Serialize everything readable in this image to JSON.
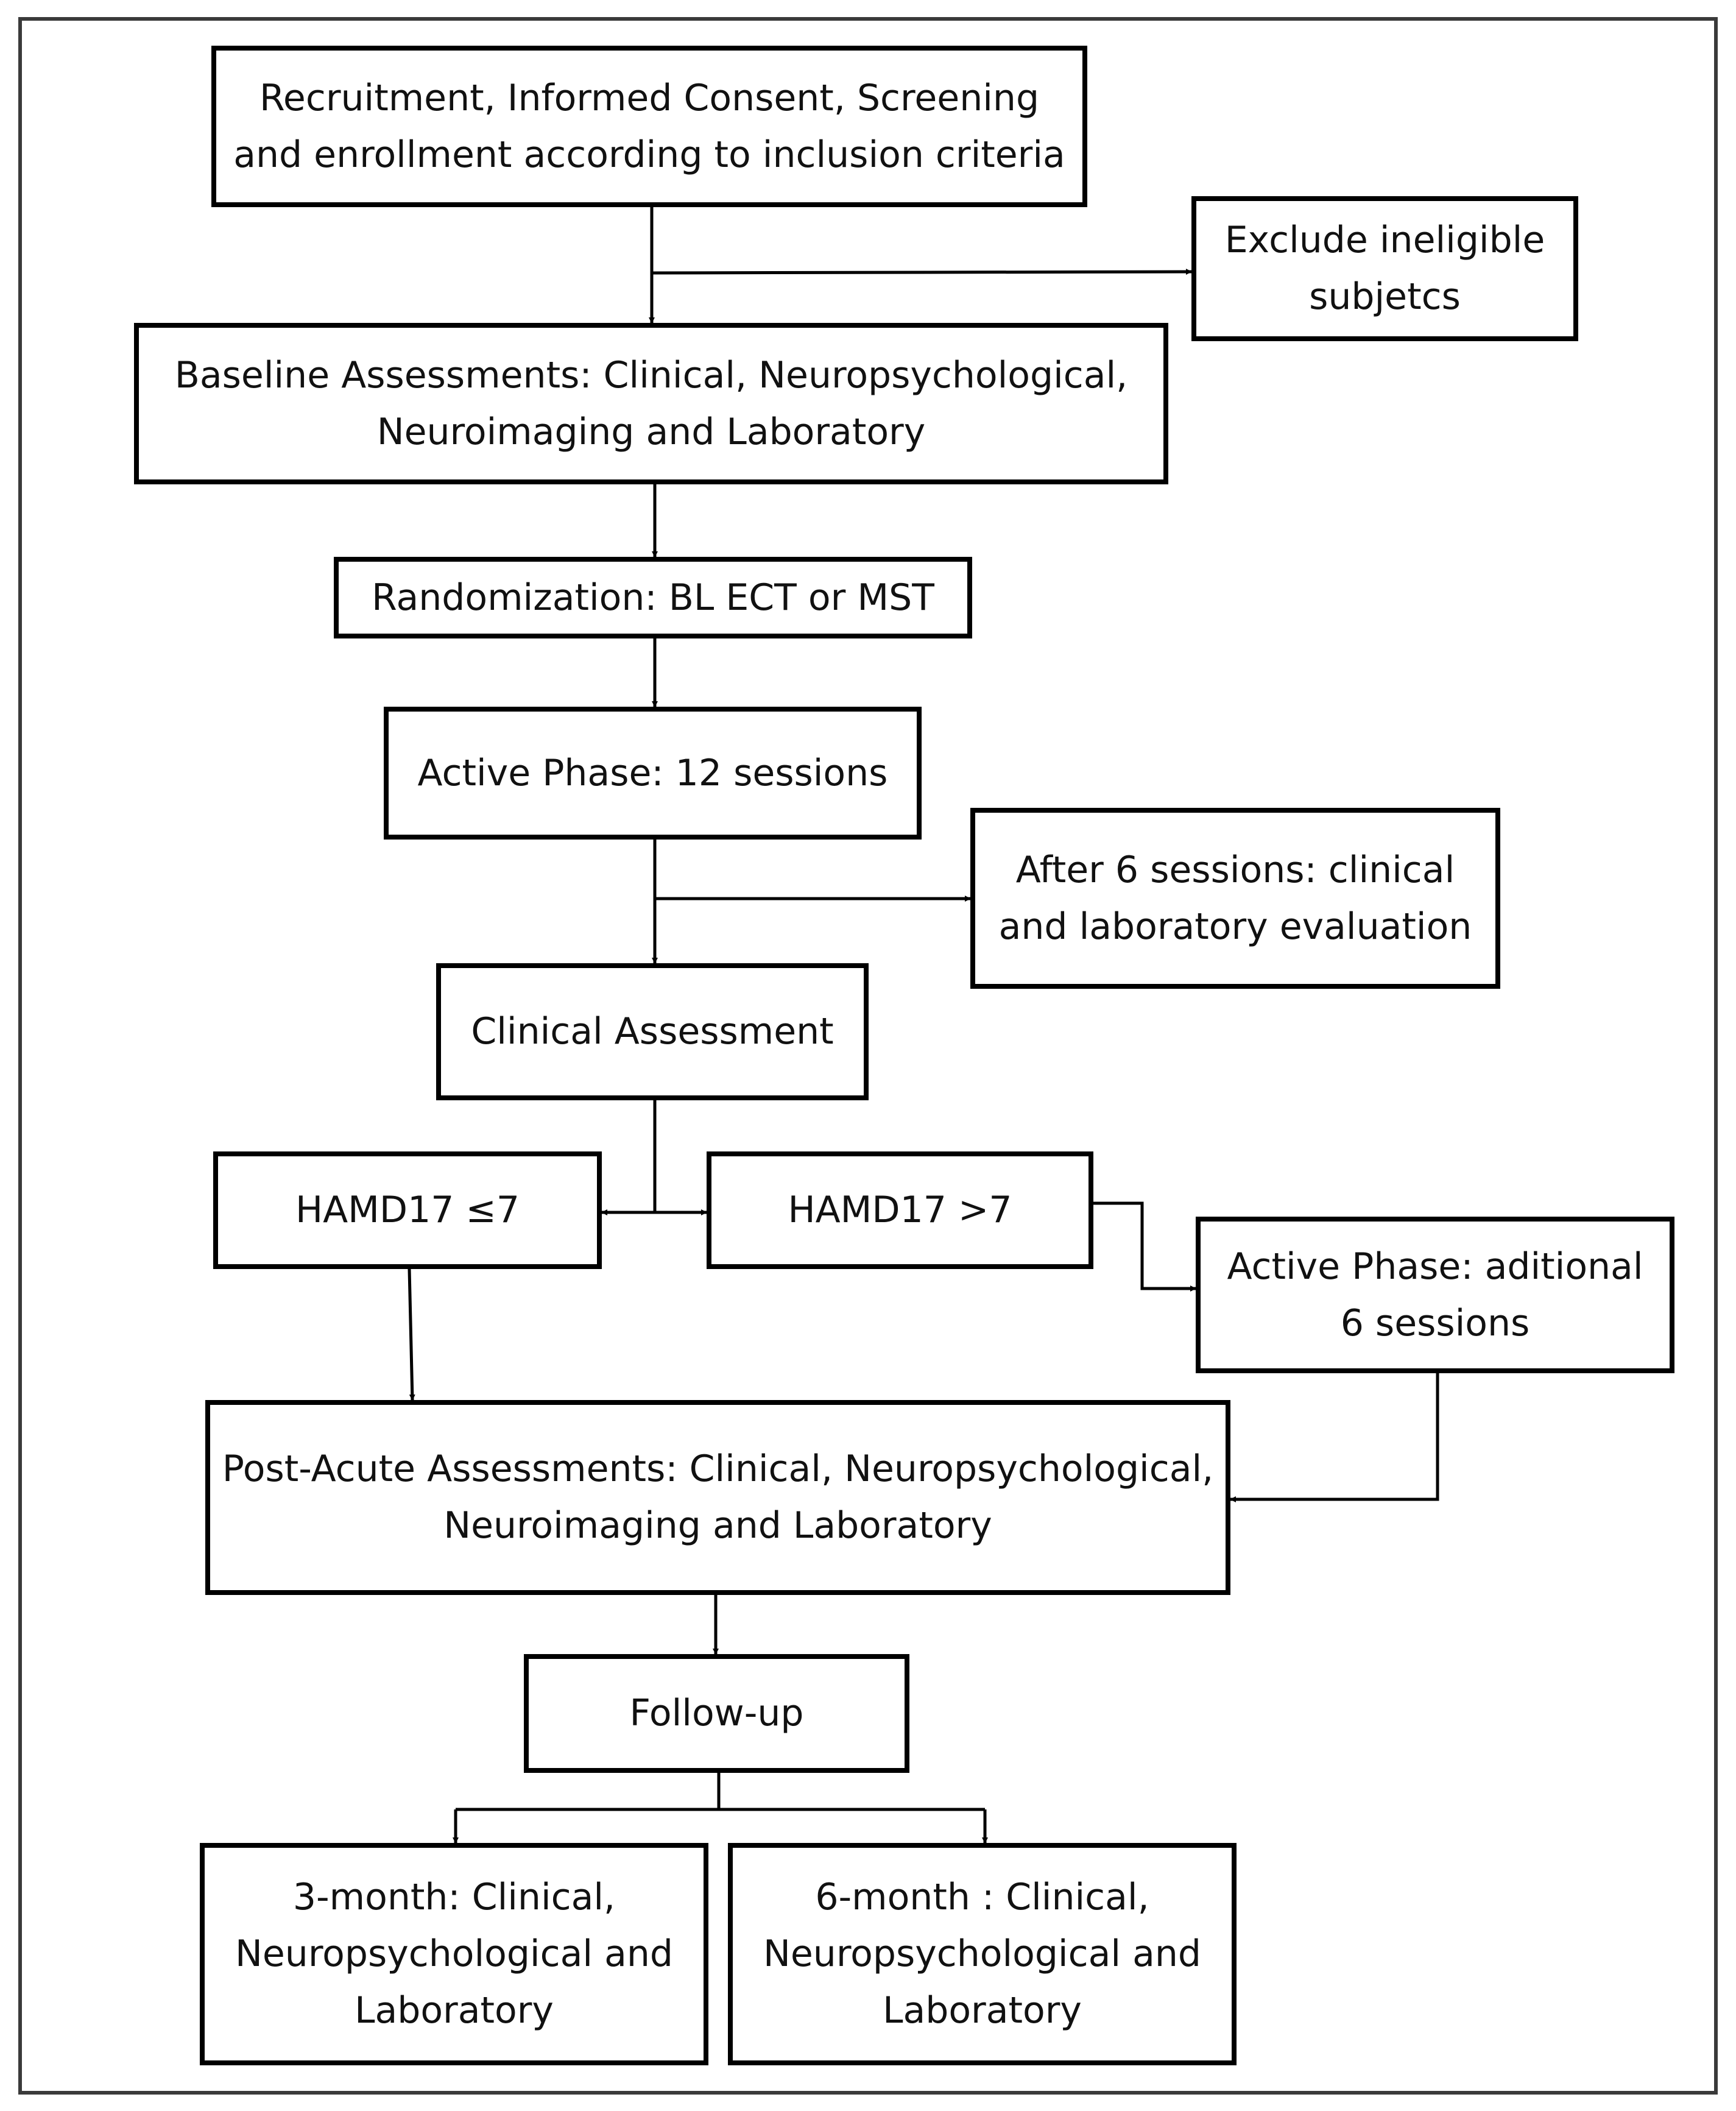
{
  "nodes": {
    "recruitment": "Recruitment, Informed Consent, Screening\nand enrollment according to inclusion criteria",
    "exclude": "Exclude ineligible\nsubjetcs",
    "baseline": "Baseline Assessments: Clinical, Neuropsychological,\nNeuroimaging and Laboratory",
    "randomization": "Randomization: BL ECT or MST",
    "active_phase": "Active Phase: 12 sessions",
    "after_six": "After 6 sessions: clinical\nand laboratory evaluation",
    "clinical_assessment": "Clinical Assessment",
    "hamd_low": "HAMD17 ≤7",
    "hamd_high": "HAMD17 >7",
    "active_additional": "Active Phase: aditional\n6 sessions",
    "post_acute": "Post-Acute Assessments: Clinical, Neuropsychological,\nNeuroimaging and Laboratory",
    "follow_up": "Follow-up",
    "three_month": "3-month: Clinical,\nNeuropsychological and\nLaboratory",
    "six_month": "6-month : Clinical,\nNeuropsychological and\nLaboratory"
  }
}
